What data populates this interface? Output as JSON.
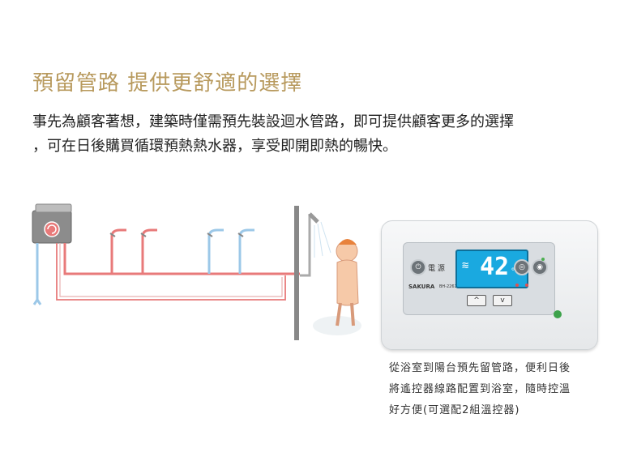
{
  "heading": "預留管路 提供更舒適的選擇",
  "description": [
    "事先為顧客著想，建築時僅需預先裝設迴水管路，即可提供顧客更多的選擇",
    "，可在日後購買循環預熱熱水器，享受即開即熱的暢快。"
  ],
  "controller": {
    "display_temp": "42",
    "display_unit": "°C",
    "power_label": "電 源",
    "brand": "SAKURA",
    "model": "BH-2261",
    "up_symbol": "^",
    "down_symbol": "v"
  },
  "caption": [
    "從浴室到陽台預先留管路，便利日後",
    "將遙控器線路配置到浴室，隨時控溫",
    "好方便(可選配2組溫控器)"
  ],
  "colors": {
    "heading": "#b89a5e",
    "hot_pipe": "#e87a7a",
    "cold_pipe": "#9cc8e8",
    "lcd": "#1aa9e0"
  }
}
